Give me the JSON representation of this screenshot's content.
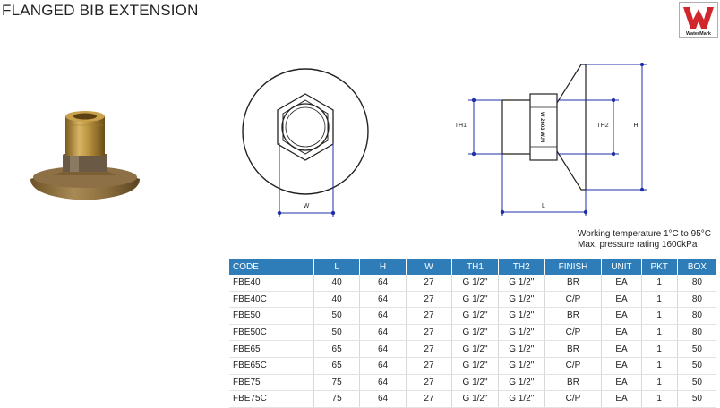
{
  "page": {
    "title": "FLANGED BIB EXTENSION",
    "logo_text": "WaterMark"
  },
  "diagram_labels": {
    "w": "W",
    "l": "L",
    "h": "H",
    "th1": "TH1",
    "th2": "TH2",
    "body_marking": "W 2603 W.M"
  },
  "specs": {
    "working_temperature": "Working temperature 1°C to 95°C",
    "max_pressure": "Max. pressure rating 1600kPa"
  },
  "table": {
    "headers": [
      "CODE",
      "L",
      "H",
      "W",
      "TH1",
      "TH2",
      "FINISH",
      "UNIT",
      "PKT",
      "BOX"
    ],
    "rows": [
      [
        "FBE40",
        "40",
        "64",
        "27",
        "G 1/2\"",
        "G 1/2\"",
        "BR",
        "EA",
        "1",
        "80"
      ],
      [
        "FBE40C",
        "40",
        "64",
        "27",
        "G 1/2\"",
        "G 1/2\"",
        "C/P",
        "EA",
        "1",
        "80"
      ],
      [
        "FBE50",
        "50",
        "64",
        "27",
        "G 1/2\"",
        "G 1/2\"",
        "BR",
        "EA",
        "1",
        "80"
      ],
      [
        "FBE50C",
        "50",
        "64",
        "27",
        "G 1/2\"",
        "G 1/2\"",
        "C/P",
        "EA",
        "1",
        "80"
      ],
      [
        "FBE65",
        "65",
        "64",
        "27",
        "G 1/2\"",
        "G 1/2\"",
        "BR",
        "EA",
        "1",
        "50"
      ],
      [
        "FBE65C",
        "65",
        "64",
        "27",
        "G 1/2\"",
        "G 1/2\"",
        "C/P",
        "EA",
        "1",
        "50"
      ],
      [
        "FBE75",
        "75",
        "64",
        "27",
        "G 1/2\"",
        "G 1/2\"",
        "BR",
        "EA",
        "1",
        "50"
      ],
      [
        "FBE75C",
        "75",
        "64",
        "27",
        "G 1/2\"",
        "G 1/2\"",
        "C/P",
        "EA",
        "1",
        "50"
      ]
    ]
  },
  "colors": {
    "header_bg": "#2e7db8",
    "dimension_line": "#1f2fa8",
    "logo_red": "#d1262b",
    "brass": "#b8913d"
  }
}
